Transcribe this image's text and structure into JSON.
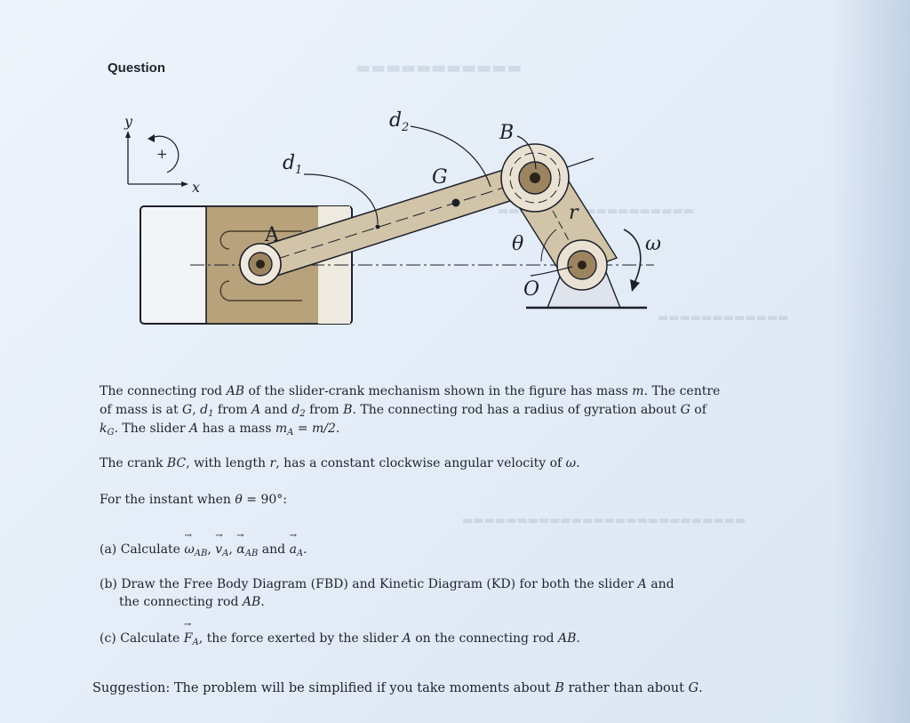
{
  "header": {
    "section_label": "Question"
  },
  "figure": {
    "labels": {
      "axis_y": "y",
      "axis_x": "x",
      "rotation_sign": "+",
      "d1": "d",
      "d1_sub": "1",
      "d2": "d",
      "d2_sub": "2",
      "B": "B",
      "G": "G",
      "A": "A",
      "r": "r",
      "theta": "θ",
      "omega": "ω",
      "O": "O"
    }
  },
  "problem": {
    "para1": {
      "l1_a": "The connecting rod ",
      "l1_ab": "AB",
      "l1_b": " of the slider-crank mechanism shown in the figure has mass ",
      "l1_m": "m",
      "l1_c": ". The centre",
      "l2_a": "of mass is at ",
      "l2_g": "G",
      "l2_b": ", ",
      "l2_d": "d",
      "l2_dsub": "1",
      "l2_c": " from ",
      "l2_A": "A",
      "l2_d2a": " and ",
      "l2_d2": "d",
      "l2_d2sub": "2",
      "l2_e": " from ",
      "l2_B": "B",
      "l2_f": ". The connecting rod has a radius of gyration about ",
      "l2_G2": "G",
      "l2_g2": " of",
      "l3_k": "k",
      "l3_ksub": "G",
      "l3_a": ". The slider ",
      "l3_A": "A",
      "l3_b": " has a mass ",
      "l3_m": "m",
      "l3_msub": "A",
      "l3_c": " = ",
      "l3_frac": "m/2",
      "l3_d": "."
    },
    "para2": {
      "a": "The crank ",
      "bc": "BC",
      "b": ", with length ",
      "r": "r",
      "c": ", has a constant clockwise angular velocity of ",
      "w": "ω",
      "d": "."
    },
    "instant": {
      "a": "For the instant when ",
      "theta": "θ",
      "b": " = 90°:"
    },
    "part_a": {
      "label": "(a) Calculate ",
      "w": "ω",
      "w_sub": "AB",
      "sep1": ", ",
      "v": "v",
      "v_sub": "A",
      "sep2": ", ",
      "al": "α",
      "al_sub": "AB",
      "and": " and ",
      "a": "a",
      "a_sub": "A",
      "end": "."
    },
    "part_b": {
      "l1_a": "(b) Draw the Free Body Diagram (FBD) and Kinetic Diagram (KD) for both the slider ",
      "l1_A": "A",
      "l1_b": " and",
      "l2_a": "the connecting rod ",
      "l2_ab": "AB",
      "l2_b": "."
    },
    "part_c": {
      "label": "(c) Calculate ",
      "F": "F",
      "F_sub": "A",
      "a": ", the force exerted by the slider ",
      "A": "A",
      "b": " on the connecting rod ",
      "ab": "AB",
      "c": "."
    },
    "suggestion": {
      "a": "Suggestion: The problem will be simplified if you take moments about ",
      "B": "B",
      "b": " rather than about ",
      "G": "G",
      "c": "."
    }
  },
  "colors": {
    "paper": "#e7eff9",
    "slider_body": "#b7a27c",
    "rod": "#d1c4a8",
    "pivot": "#7a6648",
    "ink": "#1c1f2a"
  }
}
